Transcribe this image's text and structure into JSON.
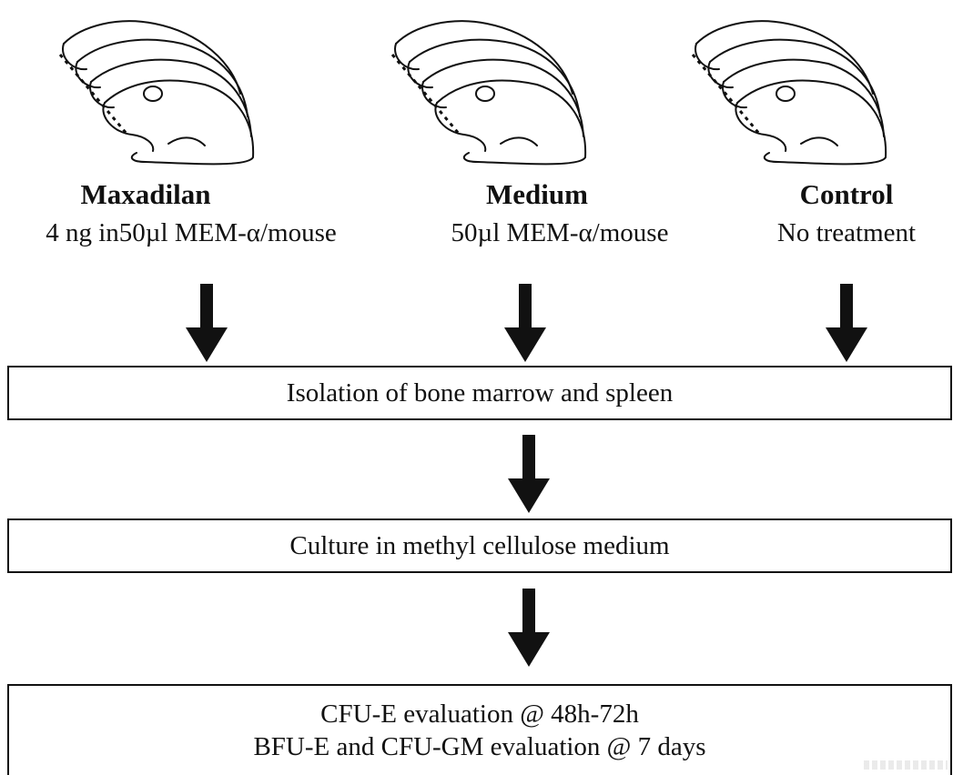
{
  "groups": [
    {
      "name": "Maxadilan",
      "description": "4 ng in50µl MEM-α/mouse"
    },
    {
      "name": "Medium",
      "description": "50µl MEM-α/mouse"
    },
    {
      "name": "Control",
      "description": "No treatment"
    }
  ],
  "steps": [
    {
      "lines": [
        "Isolation of bone marrow and spleen"
      ]
    },
    {
      "lines": [
        "Culture in methyl cellulose medium"
      ]
    },
    {
      "lines": [
        "CFU-E evaluation @ 48h-72h",
        "BFU-E and CFU-GM  evaluation @ 7 days"
      ]
    }
  ],
  "icons": {
    "mice": "mice-group-icon",
    "arrow": "down-arrow-icon"
  },
  "colors": {
    "ink": "#111111",
    "background": "#ffffff"
  }
}
